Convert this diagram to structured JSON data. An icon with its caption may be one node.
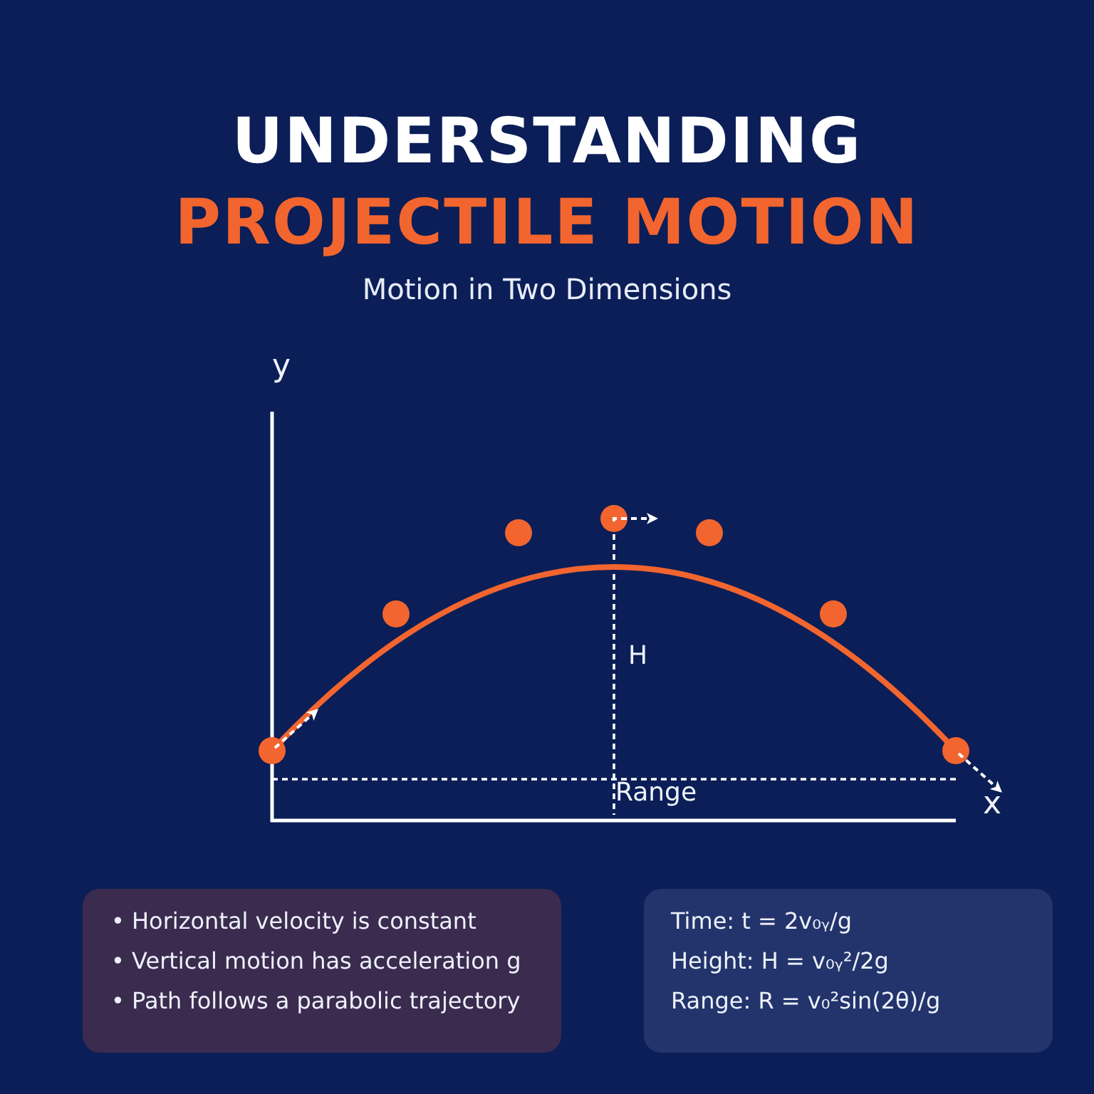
{
  "diagram": {
    "title": "UNDERSTANDING",
    "nodes": [
      {
        "text": [
          "• Horizontal velocity is constant",
          "• Vertical motion has acceleration g",
          "• Path follows a parabolic trajectory"
        ]
      },
      {
        "text": [
          "Time: t = 2v₀ᵧ/g",
          "Height: H = v₀ᵧ²/2g",
          "Range: R = v₀²sin(2θ)/g"
        ]
      }
    ],
    "labels": [
      "PROJECTILE MOTION",
      "Motion in Two Dimensions",
      "y",
      "H",
      "Range",
      "x"
    ]
  }
}
